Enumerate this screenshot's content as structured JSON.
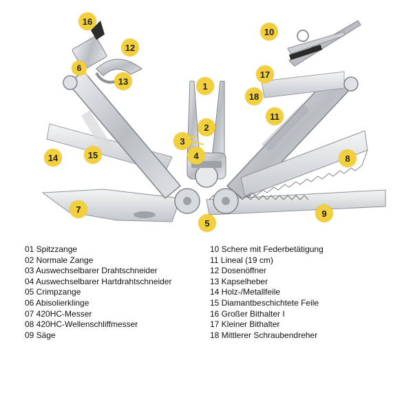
{
  "callouts": [
    "1",
    "2",
    "3",
    "4",
    "5",
    "6",
    "7",
    "8",
    "9",
    "10",
    "11",
    "12",
    "13",
    "14",
    "15",
    "16",
    "17",
    "18"
  ],
  "legend": [
    "01 Spitzzange",
    "02 Normale Zange",
    "03 Auswechselbarer Drahtschneider",
    "04 Auswechselbarer Hartdrahtschneider",
    "05 Crimpzange",
    "06 Abisolierklinge",
    "07 420HC-Messer",
    "08 420HC-Wellenschliffmesser",
    "09 Säge",
    "10 Schere mit Federbetätigung",
    "11 Lineal (19 cm)",
    "12 Dosenöffner",
    "13 Kapselheber",
    "14 Holz-/Metallfeile",
    "15 Diamantbeschichtete Feile",
    "16 Großer Bithalter I",
    "17 Kleiner Bithalter",
    "18 Mittlerer Schraubendreher"
  ],
  "colors": {
    "badge": "#f2cf3c",
    "steel": "#c9ccd0",
    "steel_dark": "#8e9297"
  }
}
